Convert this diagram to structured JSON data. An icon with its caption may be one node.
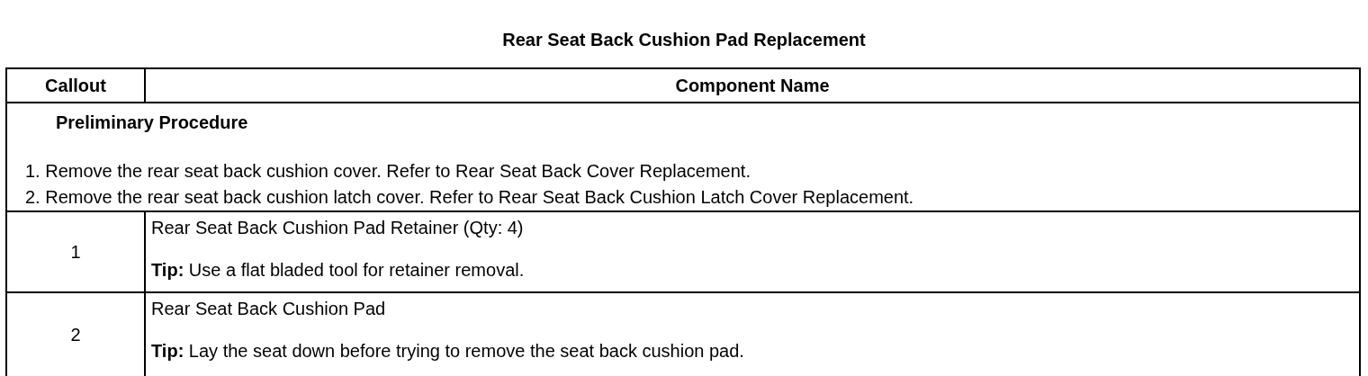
{
  "diagram": {
    "title": "Rear Seat Back Cushion Pad Replacement",
    "labels": [
      "Callout",
      "Component Name",
      "Preliminary Procedure",
      "1. Remove the rear seat back cushion cover. Refer to Rear Seat Back Cover Replacement.",
      "2. Remove the rear seat back cushion latch cover. Refer to Rear Seat Back Cushion Latch Cover Replacement.",
      "1",
      "Rear Seat Back Cushion Pad Retainer (Qty: 4)",
      "**Tip:** Use a flat bladed tool for retainer removal.",
      "2",
      "Rear Seat Back Cushion Pad",
      "**Tip:** Lay the seat down before trying to remove the seat back cushion pad."
    ]
  }
}
